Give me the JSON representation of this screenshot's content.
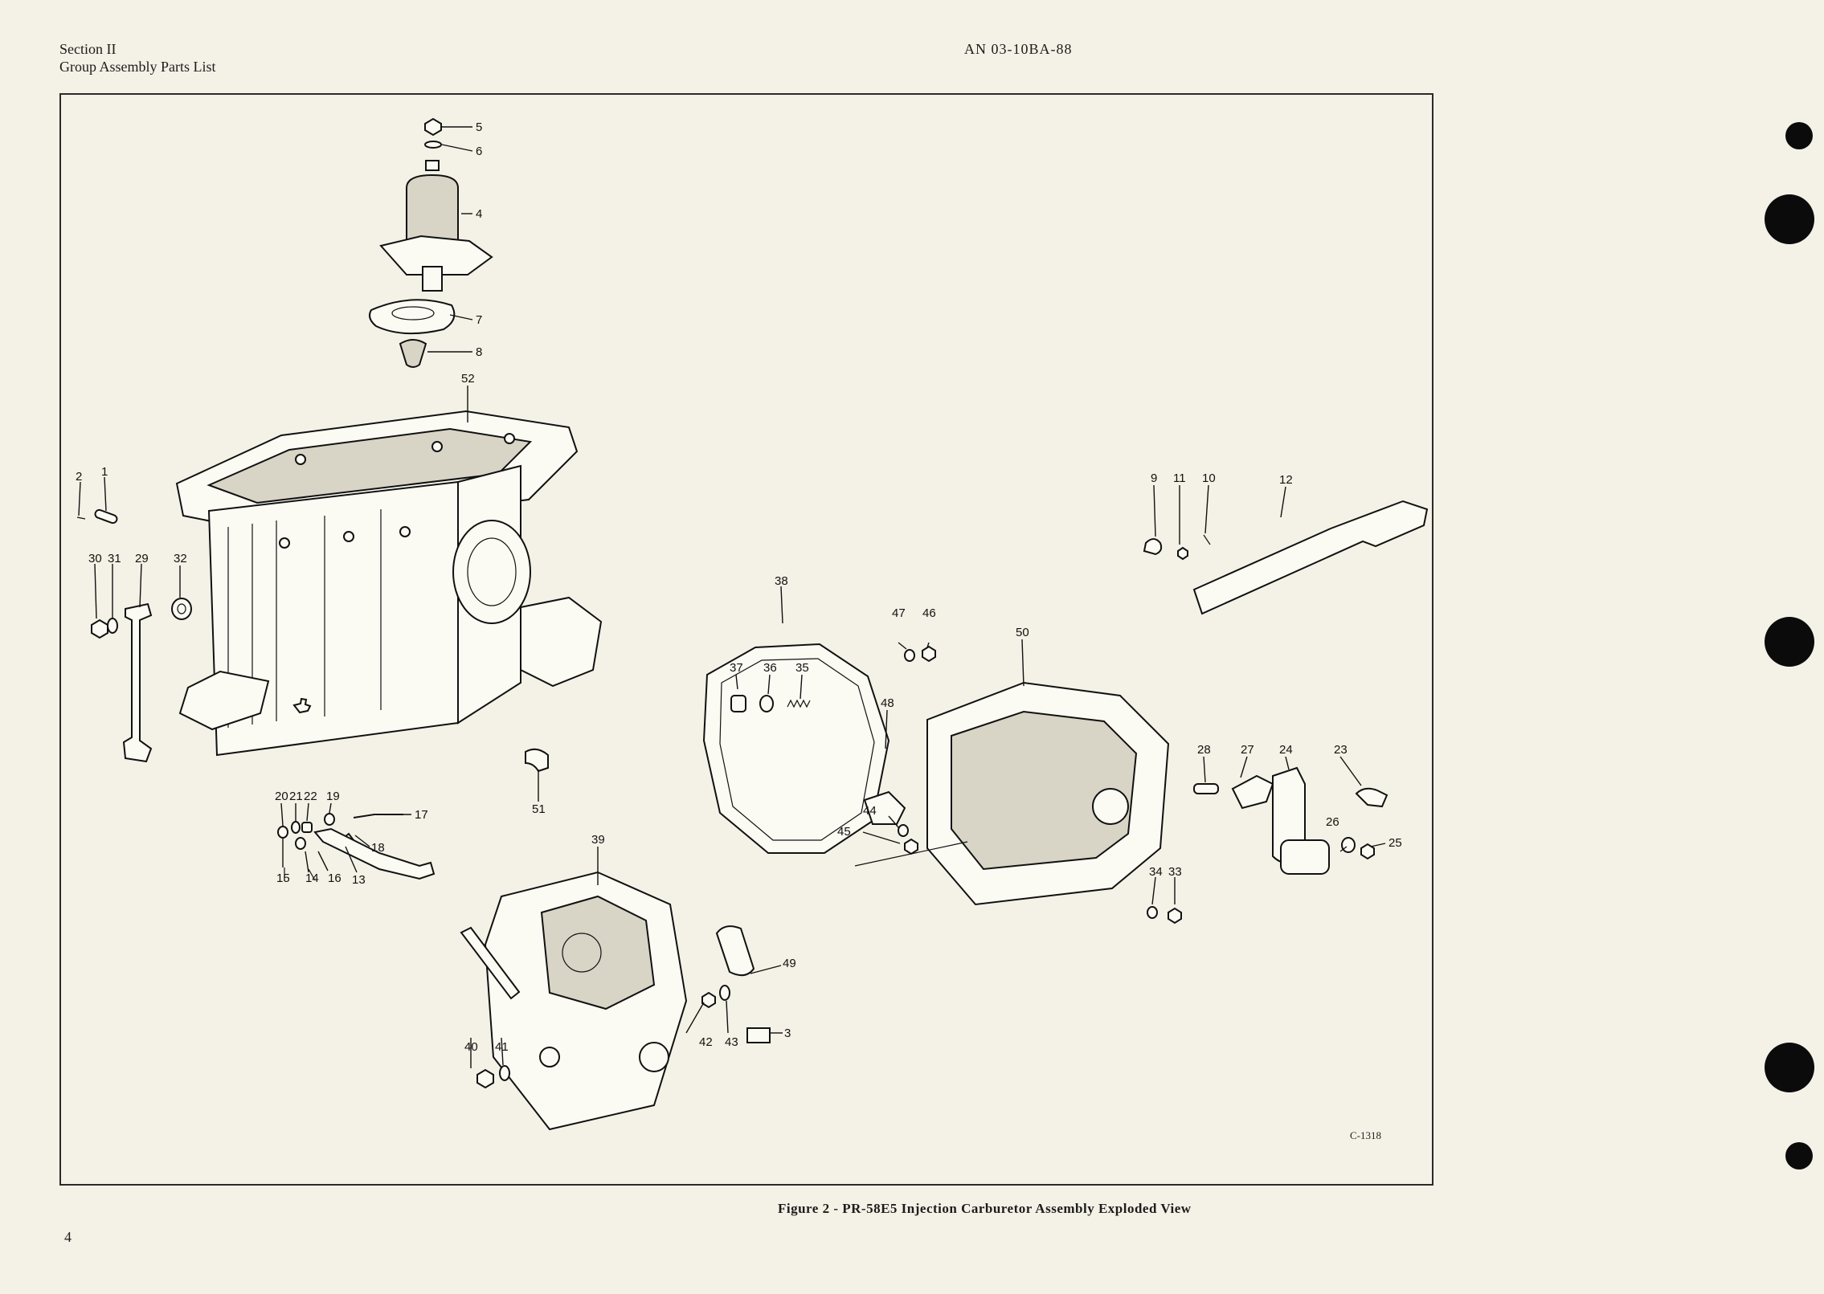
{
  "header": {
    "section": "Section II",
    "group": "Group Assembly Parts List",
    "doc_number": "AN 03-10BA-88"
  },
  "figure": {
    "caption": "Figure 2 - PR-58E5 Injection Carburetor Assembly Exploded View",
    "drawing_code": "C-1318",
    "callouts": [
      "1",
      "2",
      "3",
      "4",
      "5",
      "6",
      "7",
      "8",
      "9",
      "10",
      "11",
      "12",
      "13",
      "14",
      "15",
      "16",
      "17",
      "18",
      "19",
      "20",
      "21",
      "22",
      "23",
      "24",
      "25",
      "26",
      "27",
      "28",
      "29",
      "30",
      "31",
      "32",
      "33",
      "34",
      "35",
      "36",
      "37",
      "38",
      "39",
      "40",
      "41",
      "42",
      "43",
      "44",
      "45",
      "46",
      "47",
      "48",
      "49",
      "50",
      "51",
      "52"
    ]
  },
  "footer": {
    "page_number": "4"
  }
}
